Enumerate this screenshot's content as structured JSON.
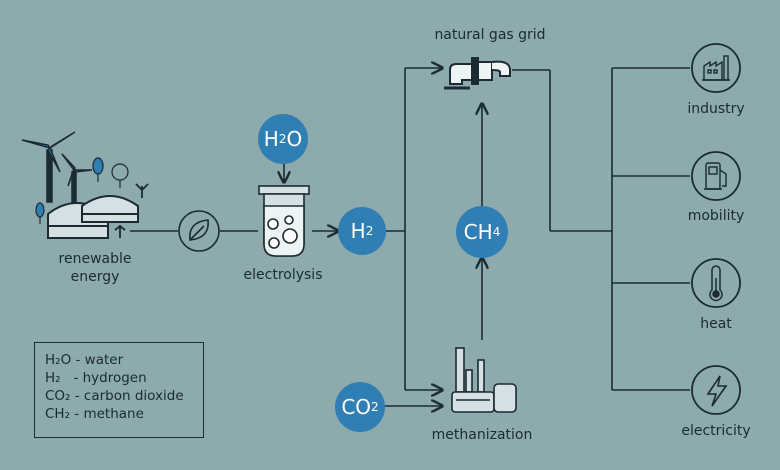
{
  "nodes": {
    "renewable_energy": "renewable\nenergy",
    "electrolysis": "electrolysis",
    "natural_gas_grid": "natural gas grid",
    "methanization": "methanization",
    "industry": "industry",
    "mobility": "mobility",
    "heat": "heat",
    "electricity": "electricity"
  },
  "molecules": {
    "h2o": {
      "base": "H",
      "sub": "2",
      "tail": "O"
    },
    "h2": {
      "base": "H",
      "sub": "2",
      "tail": ""
    },
    "ch4": {
      "base": "CH",
      "sub": "4",
      "tail": ""
    },
    "co2": {
      "base": "CO",
      "sub": "2",
      "tail": ""
    }
  },
  "legend": [
    {
      "formula": "H₂O",
      "text": " - water"
    },
    {
      "formula": "H₂",
      "text": "   - hydrogen"
    },
    {
      "formula": "CO₂",
      "text": " - carbon dioxide"
    },
    {
      "formula": "CH₂",
      "text": " - methane"
    }
  ],
  "colors": {
    "background": "#8daaad",
    "bubble": "#2f7fb4",
    "line": "#1b2a33"
  },
  "icons": [
    "wind-turbine-icon",
    "greenhouse-icon",
    "leaf-icon",
    "test-tube-icon",
    "pipeline-icon",
    "methanization-plant-icon",
    "factory-icon",
    "fuel-pump-icon",
    "thermometer-icon",
    "lightning-icon"
  ]
}
